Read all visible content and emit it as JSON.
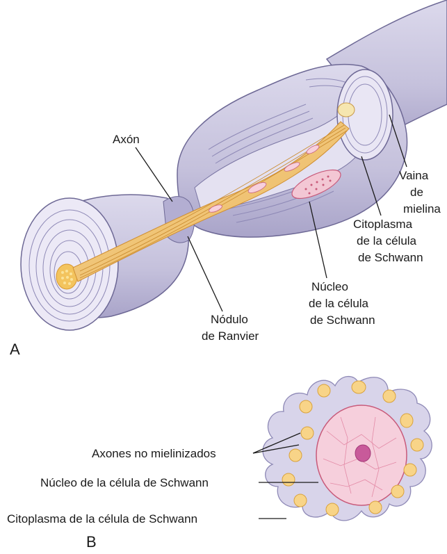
{
  "panel_a": {
    "letter": "A",
    "labels": {
      "axon": "Axón",
      "sheath_1": "Vaina",
      "sheath_2": "de",
      "sheath_3": "mielina",
      "cytoplasm_1": "Citoplasma",
      "cytoplasm_2": "de la célula",
      "cytoplasm_3": "de Schwann",
      "nucleus_1": "Núcleo",
      "nucleus_2": "de la célula",
      "nucleus_3": "de Schwann",
      "node_1": "Nódulo",
      "node_2": "de Ranvier"
    }
  },
  "panel_b": {
    "letter": "B",
    "labels": {
      "axons": "Axones no mielinizados",
      "nucleus": "Núcleo de la célula de Schwann",
      "cytoplasm": "Citoplasma de la célula de Schwann"
    }
  },
  "colors": {
    "membrane": "#c9c6e0",
    "membrane_dark": "#9c97c2",
    "outline": "#5a5580",
    "axon": "#f3c77a",
    "axon_stroke": "#d99a3a",
    "nucleus_fill": "#f2c9d6",
    "nucleus_stroke": "#c85a7a",
    "schwann_cell": "#d4d0e8",
    "leader": "#1a1a1a"
  }
}
